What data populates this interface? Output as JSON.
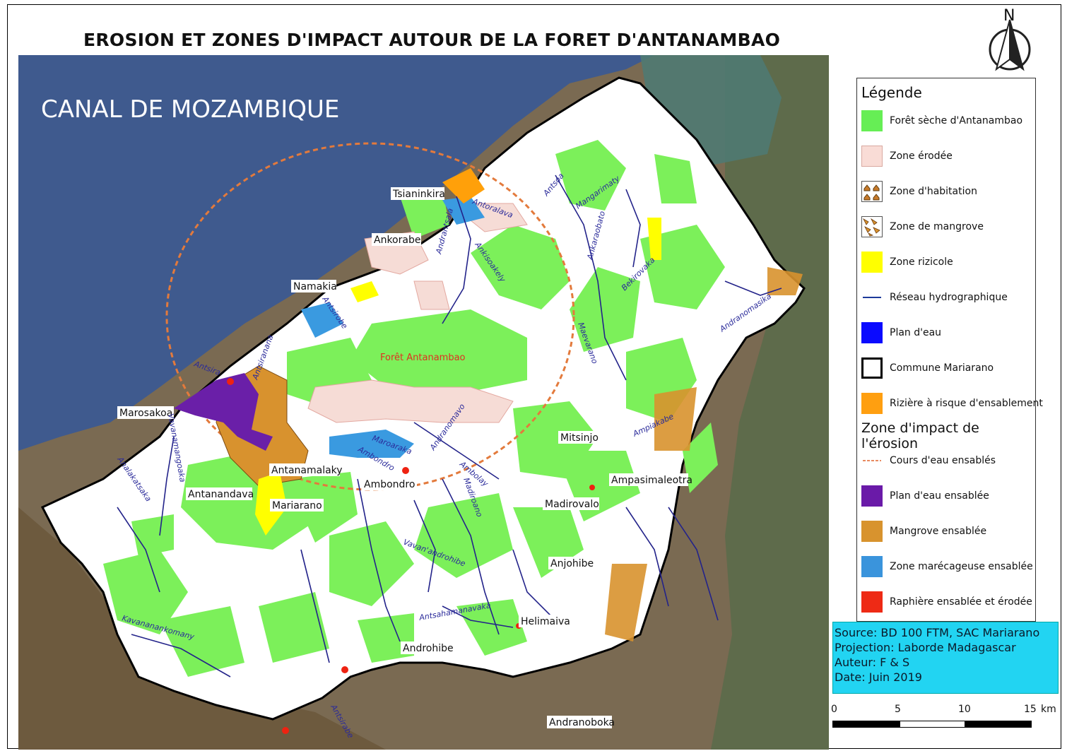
{
  "map": {
    "title": "EROSION ET ZONES D'IMPACT AUTOUR DE LA FORET D'ANTANAMBAO",
    "north_label": "N",
    "sea_label": "CANAL DE MOZAMBIQUE",
    "forest_label": "Forêt Antanambao",
    "places": [
      {
        "name": "Tsianinkira"
      },
      {
        "name": "Ankorabe"
      },
      {
        "name": "Namakia"
      },
      {
        "name": "Marosakoa"
      },
      {
        "name": "Antanamalaky"
      },
      {
        "name": "Ambondro"
      },
      {
        "name": "Antanandava"
      },
      {
        "name": "Mariarano"
      },
      {
        "name": "Mitsinjo"
      },
      {
        "name": "Ampasimaleotra"
      },
      {
        "name": "Madirovalo"
      },
      {
        "name": "Anjohibe"
      },
      {
        "name": "Helimaiva"
      },
      {
        "name": "Androhibe"
      },
      {
        "name": "Andranoboka"
      }
    ],
    "rivers": [
      {
        "name": "Antoralava"
      },
      {
        "name": "Antsoa"
      },
      {
        "name": "Mangarimaty"
      },
      {
        "name": "Ankaraobato"
      },
      {
        "name": "Bekirovaka"
      },
      {
        "name": "Andranomasika"
      },
      {
        "name": "Andrantsala"
      },
      {
        "name": "Ankisoakely"
      },
      {
        "name": "Antsirobe"
      },
      {
        "name": "Maevarano"
      },
      {
        "name": "Ampiakabe"
      },
      {
        "name": "Andranomavo"
      },
      {
        "name": "Maroaraka"
      },
      {
        "name": "Ambondro"
      },
      {
        "name": "Ambolay"
      },
      {
        "name": "Madiroano"
      },
      {
        "name": "Vavan'androhibe"
      },
      {
        "name": "Antsahamanavaka"
      },
      {
        "name": "Kavananankomany"
      },
      {
        "name": "Antsiranana"
      },
      {
        "name": "Vavanamangoaka"
      },
      {
        "name": "Antsira"
      },
      {
        "name": "Analakatsaka"
      },
      {
        "name": "Antsirabe"
      }
    ],
    "colors": {
      "sea": "#3f5a8e",
      "land_outside": "#6b5a44",
      "commune": "#ffffff",
      "forest": "#7cf05a",
      "eroded": "#f6dcd6",
      "rice": "#ffff00",
      "water": "#0000ff",
      "silted_water": "#6a1fa8",
      "silted_mangrove": "#d8922e",
      "silted_marsh": "#3a9ae0",
      "raphia": "#ee2211",
      "rice_risk": "#ffa00a",
      "silted_streams": "#e37a3c",
      "hydro": "#23238a"
    }
  },
  "legend": {
    "title": "Légende",
    "items": [
      {
        "label": "Forêt sèche d'Antanambao",
        "color": "#66ee55",
        "kind": "fill"
      },
      {
        "label": "Zone érodée",
        "color": "#f9dcd6",
        "kind": "fill"
      },
      {
        "label": "Zone d'habitation",
        "color": "#ffffff",
        "kind": "houses"
      },
      {
        "label": "Zone de mangrove",
        "color": "#ffffff",
        "kind": "mangrove"
      },
      {
        "label": "Zone rizicole",
        "color": "#ffff00",
        "kind": "fill"
      },
      {
        "label": "Réseau hydrographique",
        "color": "#1d3a9a",
        "kind": "line"
      },
      {
        "label": "Plan d'eau",
        "color": "#0a0aff",
        "kind": "fill"
      },
      {
        "label": "Commune Mariarano",
        "color": "#ffffff",
        "kind": "outline"
      },
      {
        "label": "Rizière à risque d'ensablement",
        "color": "#ff9f10",
        "kind": "fill"
      }
    ],
    "impact_title": "Zone d'impact de l'érosion",
    "impact_items": [
      {
        "label": "Cours d'eau ensablés",
        "color": "#e88a60",
        "kind": "dashline"
      },
      {
        "label": "Plan d'eau ensablée",
        "color": "#6a1aa8",
        "kind": "fill"
      },
      {
        "label": "Mangrove ensablée",
        "color": "#d8932e",
        "kind": "fill"
      },
      {
        "label": "Zone marécageuse ensablée",
        "color": "#3a94dc",
        "kind": "fill"
      },
      {
        "label": "Raphière ensablée et érodée",
        "color": "#ee2a15",
        "kind": "fill"
      }
    ]
  },
  "source": {
    "lines": [
      "Source: BD 100 FTM, SAC Mariarano",
      "Projection: Laborde Madagascar",
      "Auteur: F & S",
      "Date: Juin 2019"
    ]
  },
  "scale": {
    "ticks": [
      "0",
      "5",
      "10",
      "15"
    ],
    "unit": "km"
  }
}
